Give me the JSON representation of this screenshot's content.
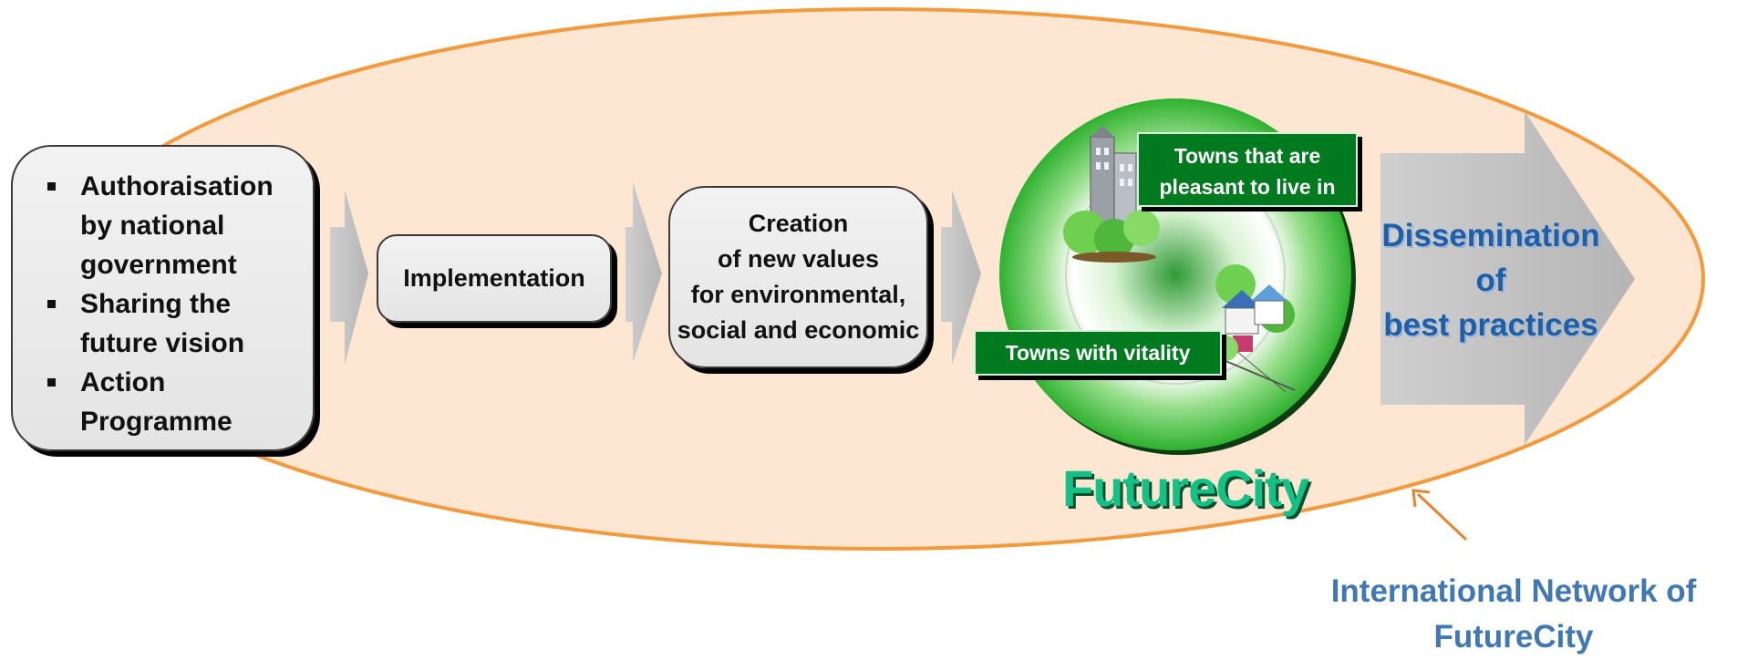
{
  "steps": {
    "bullets": [
      "Authoraisation by national government",
      "Sharing the future vision",
      "Action Programme"
    ],
    "implementation": "Implementation",
    "creation_lines": [
      "Creation",
      "of new values",
      "for environmental,",
      "social and economic"
    ]
  },
  "futurecity": {
    "label_pleasant_lines": [
      "Towns that are",
      "pleasant to live in"
    ],
    "label_vitality": "Towns with vitality",
    "title": "FutureCity"
  },
  "dissemination_lines": [
    "Dissemination",
    "of",
    "best practices"
  ],
  "network_lines": [
    "International Network of",
    "FutureCity"
  ],
  "colors": {
    "ellipse_fill": "#fde6d2",
    "ellipse_stroke": "#f39a3c",
    "arrow_gray": "#c0c0c0",
    "label_green": "#007a1f",
    "title_green": "#13c187",
    "link_blue": "#3f78b3"
  }
}
